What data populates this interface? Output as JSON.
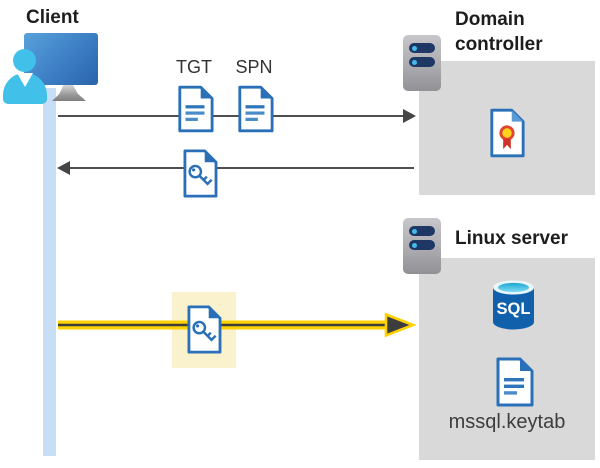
{
  "nodes": {
    "client": {
      "label": "Client"
    },
    "domain_controller": {
      "label": "Domain controller"
    },
    "linux_server": {
      "label": "Linux server"
    }
  },
  "tickets": {
    "tgt": "TGT",
    "spn": "SPN"
  },
  "sql_database_label": "SQL",
  "keytab_label": "mssql.keytab",
  "colors": {
    "document_blue": "#2a70b8",
    "timeline_blue": "#c8def7",
    "node_box_gray": "#d9d9d9",
    "arrow_gray": "#4e4e4e",
    "kerberos_yellow": "#ffd100",
    "highlight_yellow": "#faf2cd",
    "person_cyan": "#41c0e9",
    "monitor_blue": "#3d7ec4",
    "server_bay_navy": "#1e3765",
    "sql_cylinder_blue": "#1160ab",
    "certificate_seal_yellow": "#ffd21e",
    "certificate_ribbon_red": "#cf3327"
  }
}
